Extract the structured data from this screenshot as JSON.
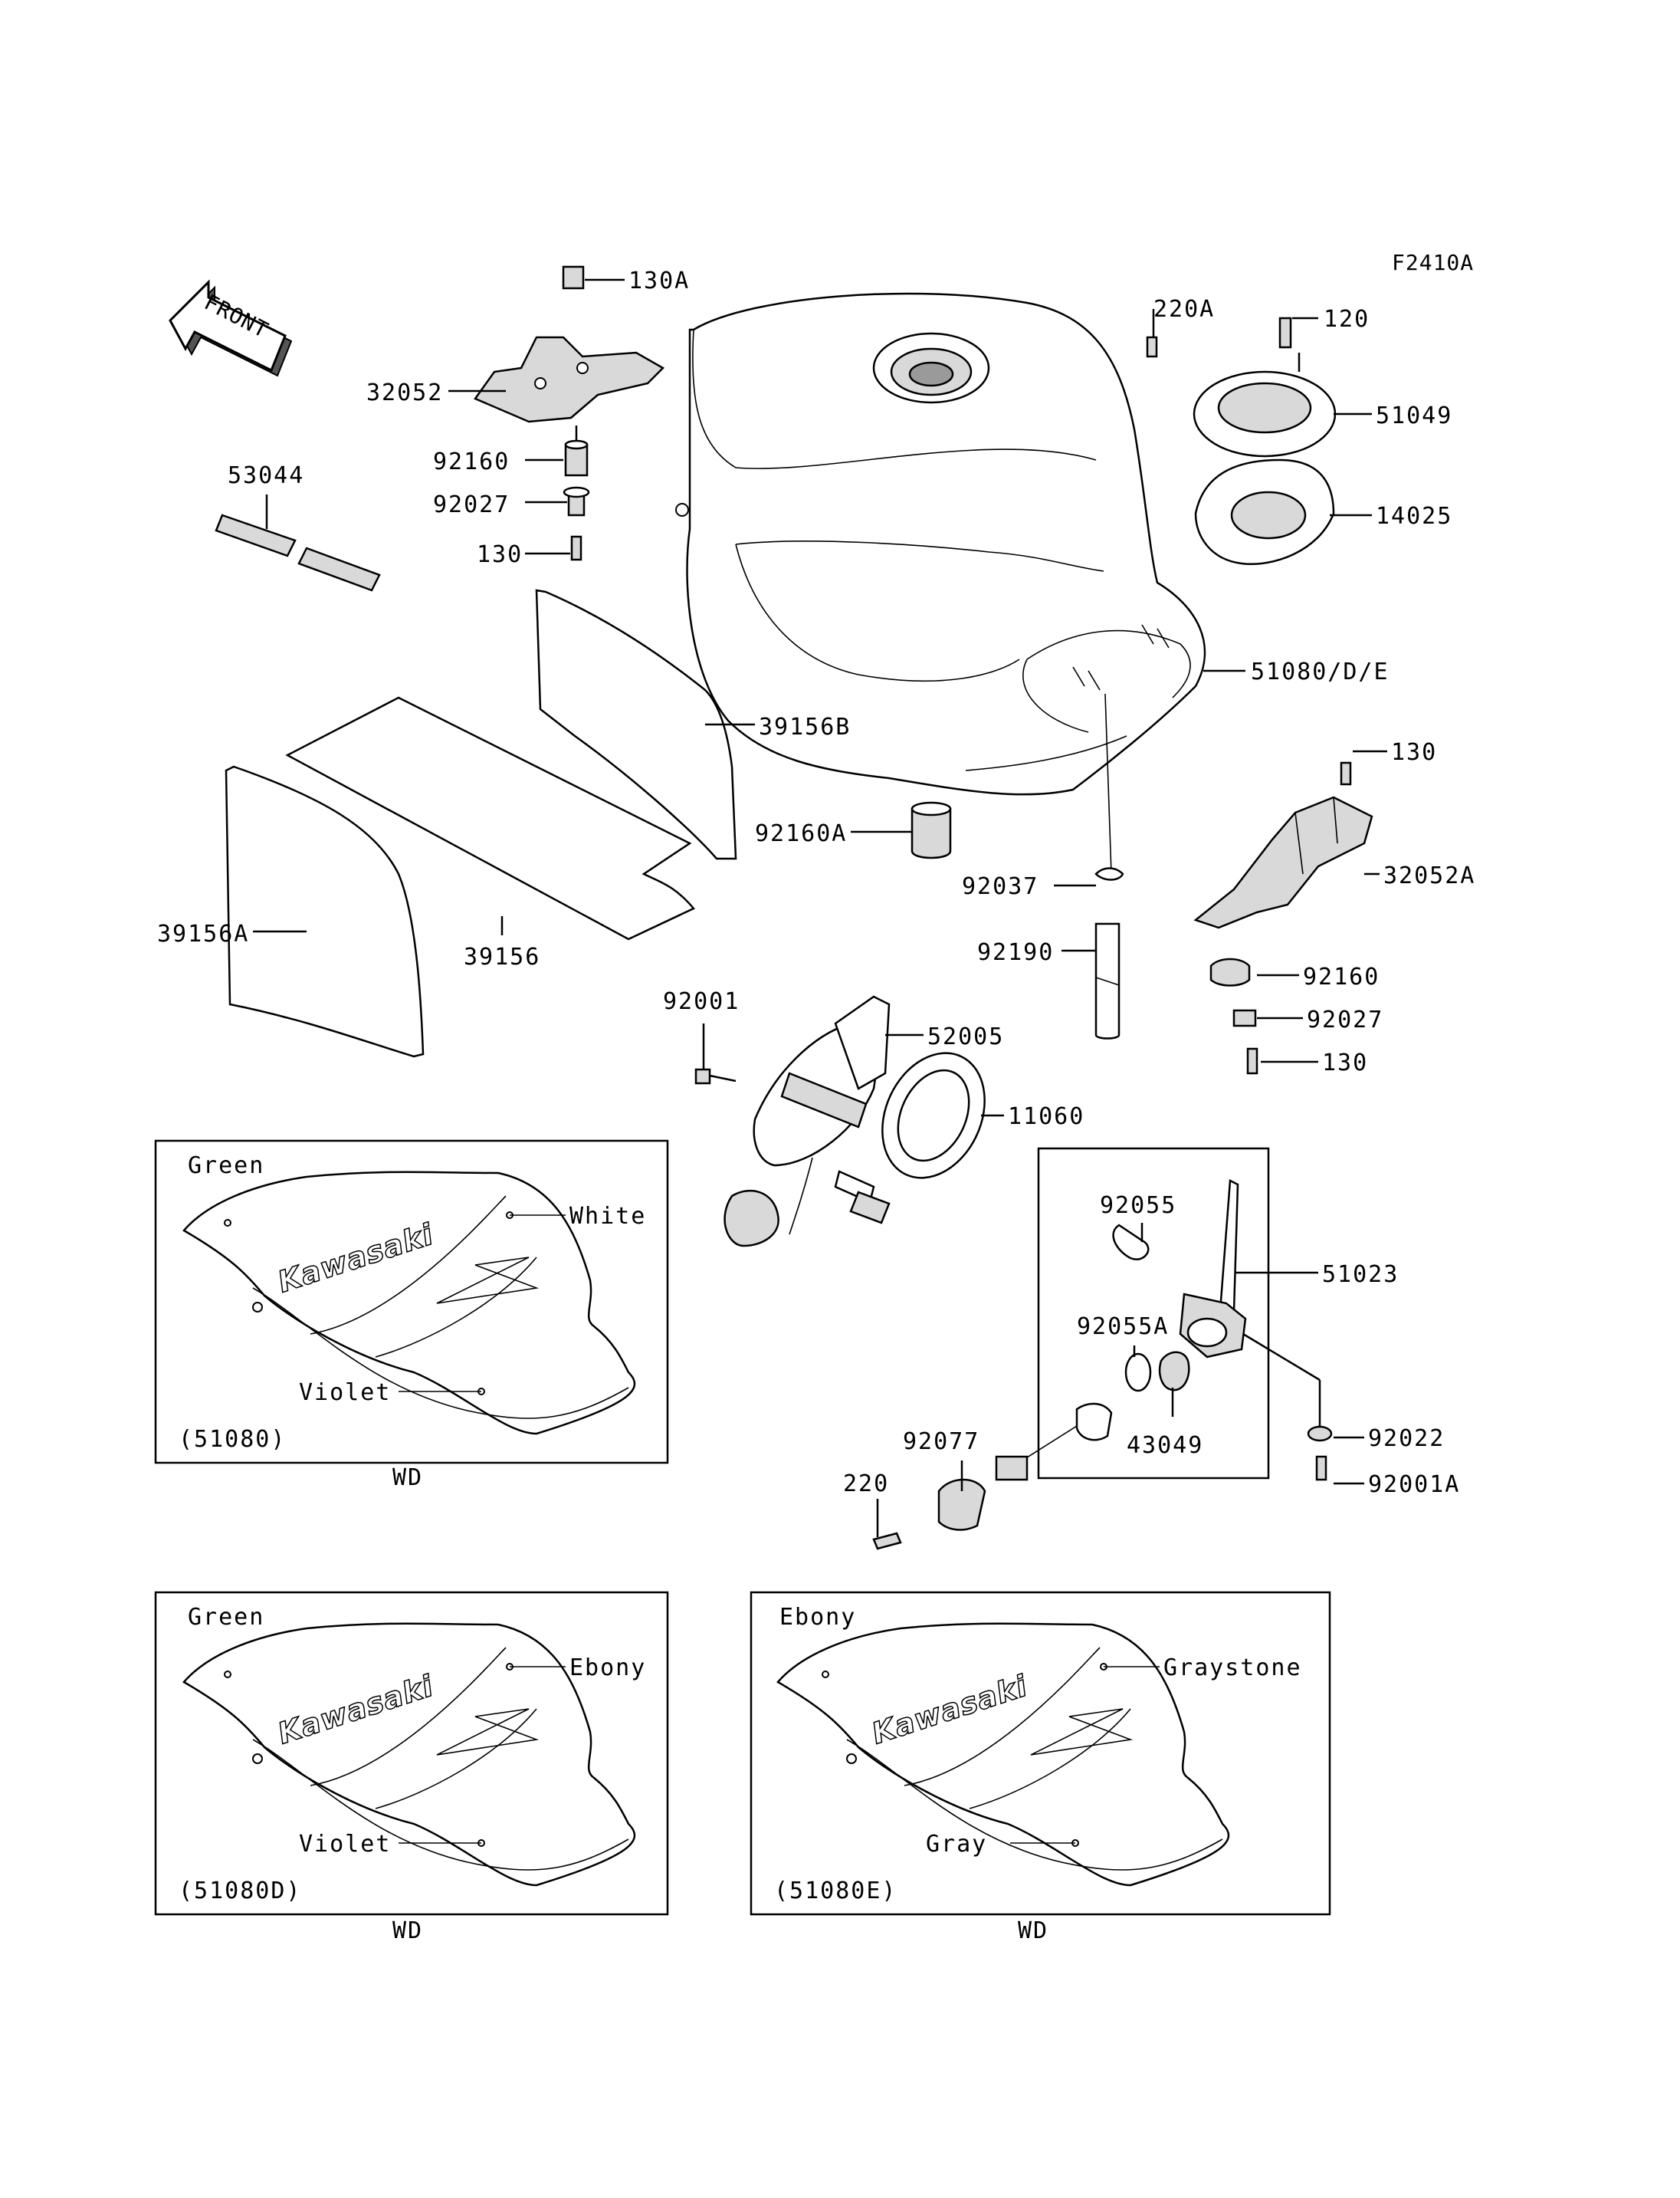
{
  "figure_code": "F2410A",
  "front_label": "FRONT",
  "brand": "Kawasaki",
  "parts": [
    "130A",
    "32052",
    "92160",
    "92027",
    "130",
    "53044",
    "39156B",
    "39156",
    "39156A",
    "220A",
    "120",
    "51049",
    "14025",
    "51080/D/E",
    "130",
    "92160A",
    "32052A",
    "92037",
    "92190",
    "92160",
    "92027",
    "130",
    "92001",
    "52005",
    "11060",
    "92055",
    "51023",
    "92055A",
    "92022",
    "43049",
    "92077",
    "220",
    "92001A"
  ],
  "panels": [
    {
      "code": "(51080)",
      "label": "WD",
      "colors": [
        "Green",
        "White",
        "Violet"
      ]
    },
    {
      "code": "(51080D)",
      "label": "WD",
      "colors": [
        "Green",
        "Ebony",
        "Violet"
      ]
    },
    {
      "code": "(51080E)",
      "label": "WD",
      "colors": [
        "Ebony",
        "Graystone",
        "Gray"
      ]
    }
  ]
}
